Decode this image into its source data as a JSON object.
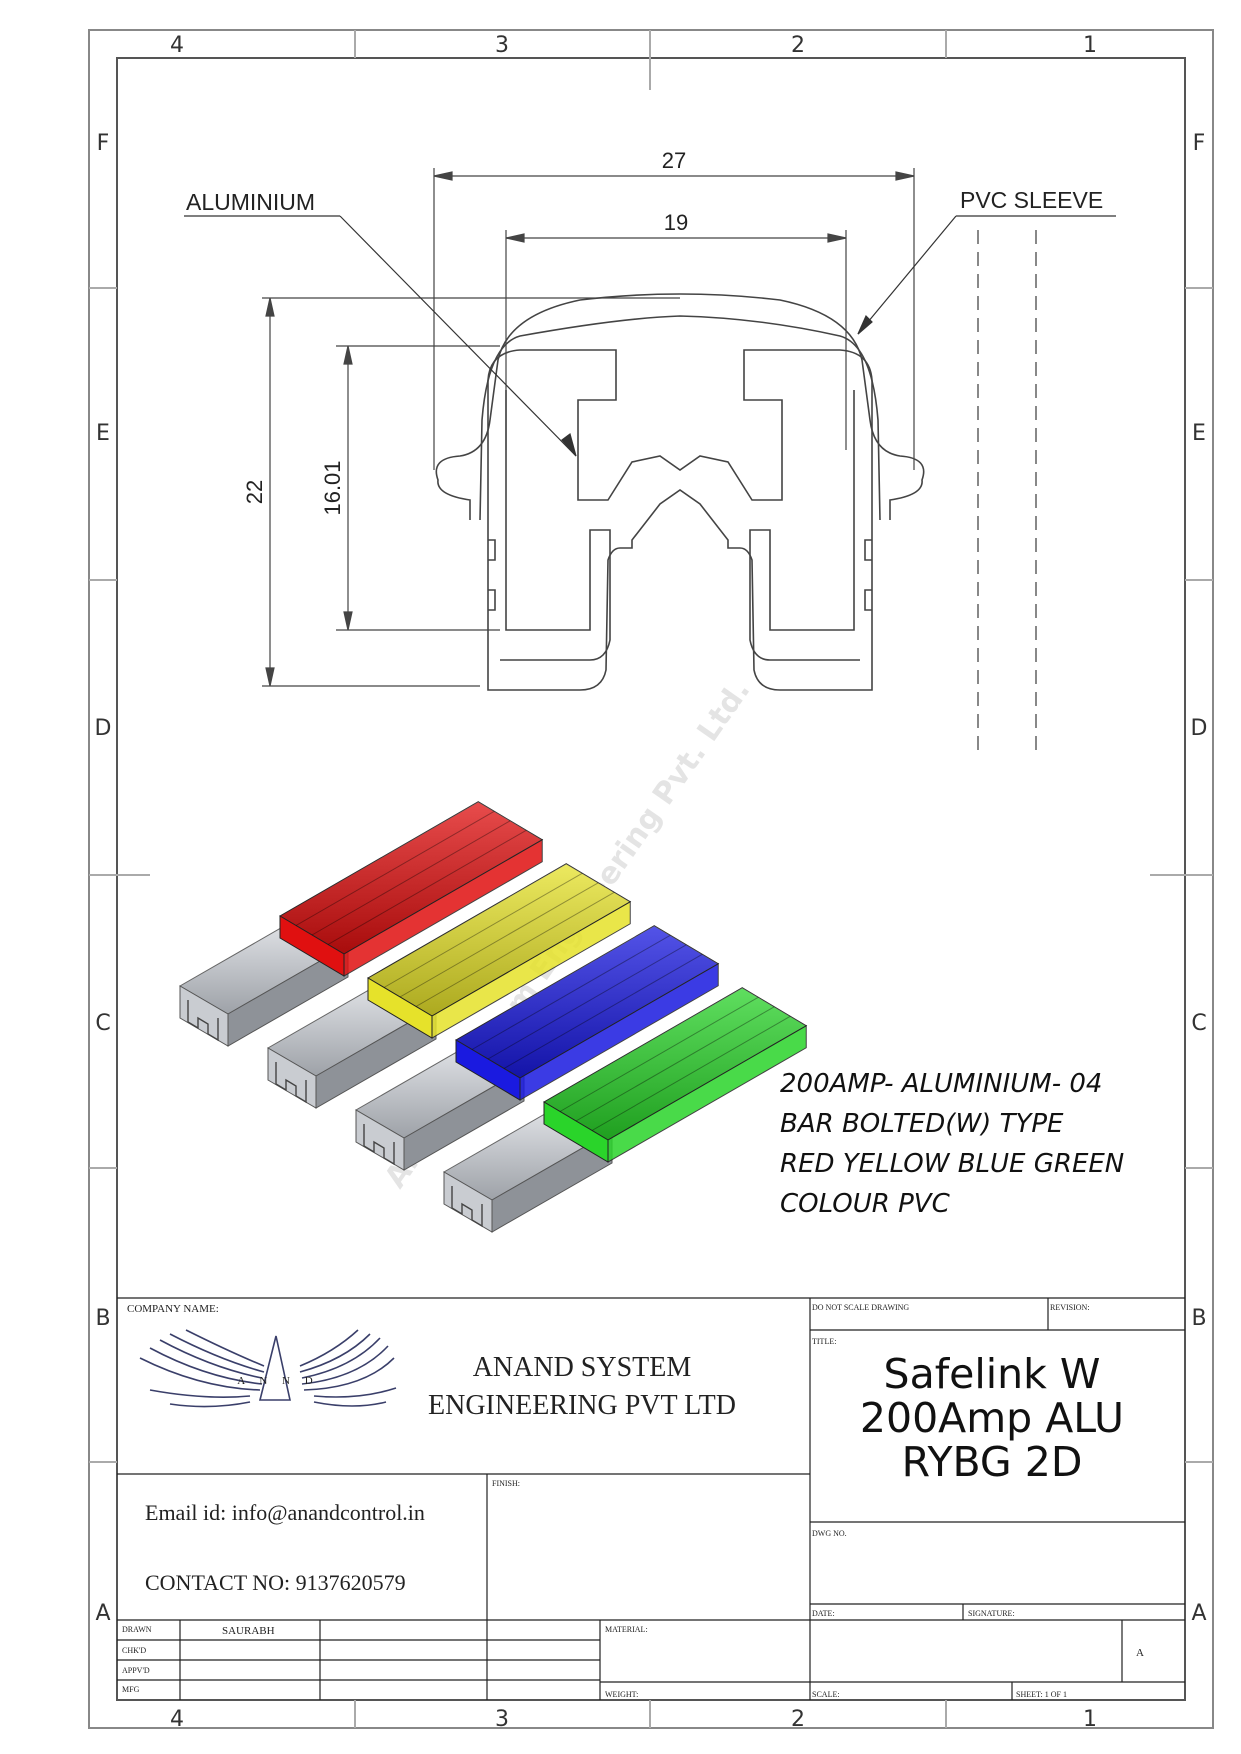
{
  "zones": {
    "top": [
      "4",
      "3",
      "2",
      "1"
    ],
    "bottom": [
      "4",
      "3",
      "2",
      "1"
    ],
    "left": [
      "F",
      "E",
      "D",
      "C",
      "B",
      "A"
    ],
    "right": [
      "F",
      "E",
      "D",
      "C",
      "B",
      "A"
    ]
  },
  "dimensions": {
    "overall_width": "27",
    "inner_width": "19",
    "overall_height": "22",
    "inner_height": "16.01"
  },
  "callouts": {
    "aluminium": "ALUMINIUM",
    "pvc_sleeve": "PVC SLEEVE"
  },
  "bars": [
    {
      "color": "red",
      "hex": "#e01010"
    },
    {
      "color": "yellow",
      "hex": "#e6e22a"
    },
    {
      "color": "blue",
      "hex": "#1a1ae0"
    },
    {
      "color": "green",
      "hex": "#2ad42a"
    }
  ],
  "note": [
    "200AMP- ALUMINIUM- 04",
    "BAR BOLTED(W) TYPE",
    "RED YELLOW BLUE GREEN",
    "COLOUR PVC"
  ],
  "watermark": "Anand System Engineering Pvt. Ltd.",
  "title_block": {
    "company_name_label": "COMPANY NAME:",
    "logo_letters": "A N  N D",
    "company_line1": "ANAND SYSTEM",
    "company_line2": "ENGINEERING PVT LTD",
    "email": "Email id: info@anandcontrol.in",
    "contact": "CONTACT NO: 9137620579",
    "finish_label": "FINISH:",
    "no_scale_label": "DO NOT SCALE DRAWING",
    "revision_label": "REVISION:",
    "title_label": "TITLE:",
    "title_lines": [
      "Safelink W",
      "200Amp ALU",
      "RYBG 2D"
    ],
    "dwg_no_label": "DWG NO.",
    "date_label": "DATE:",
    "signature_label": "SIGNATURE:",
    "size": "A",
    "material_label": "MATERIAL:",
    "weight_label": "WEIGHT:",
    "scale_label": "SCALE:",
    "sheet_label": "SHEET: 1 OF 1",
    "drawn_label": "DRAWN",
    "drawn_by": "SAURABH",
    "chkd_label": "CHK'D",
    "appvd_label": "APPV'D",
    "mfg_label": "MFG"
  }
}
